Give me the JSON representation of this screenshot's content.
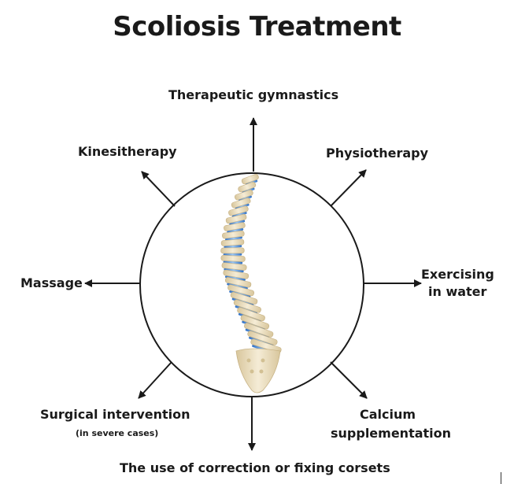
{
  "title": "Scoliosis Treatment",
  "treatments": {
    "top": "Therapeutic gymnastics",
    "top_left": "Kinesitherapy",
    "top_right": "Physiotherapy",
    "left": "Massage",
    "right_line1": "Exercising",
    "right_line2": "in water",
    "bottom_left": "Surgical intervention",
    "bottom_left_note": "(in severe cases)",
    "bottom_right_line1": "Calcium",
    "bottom_right_line2": "supplementation",
    "bottom": "The use of correction or fixing corsets"
  },
  "colors": {
    "bone": "#efe3c7",
    "bone_shade": "#d8c69c",
    "disc": "#4a8fe0",
    "disc_light": "#9cc8f5",
    "line": "#1a1a1a"
  }
}
